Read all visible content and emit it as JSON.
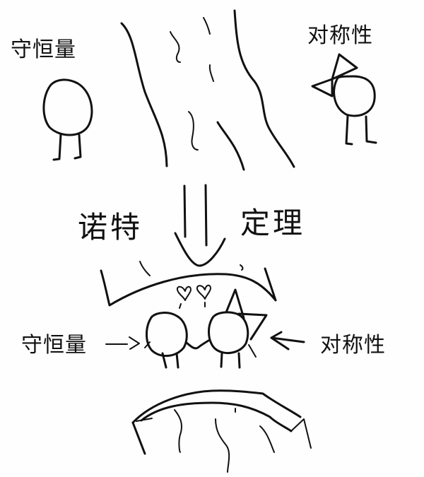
{
  "top_left_character": {
    "label": "守恒量"
  },
  "top_right_character": {
    "label": "对称性"
  },
  "center_title": {
    "left_text": "诺特",
    "right_text": "定理"
  },
  "bottom_row": {
    "left_label": "守恒量",
    "left_arrow": "—>",
    "right_arrow": "←",
    "right_label": "对称性"
  },
  "colors": {
    "ink": "#111111",
    "paper": "#fefefe"
  }
}
